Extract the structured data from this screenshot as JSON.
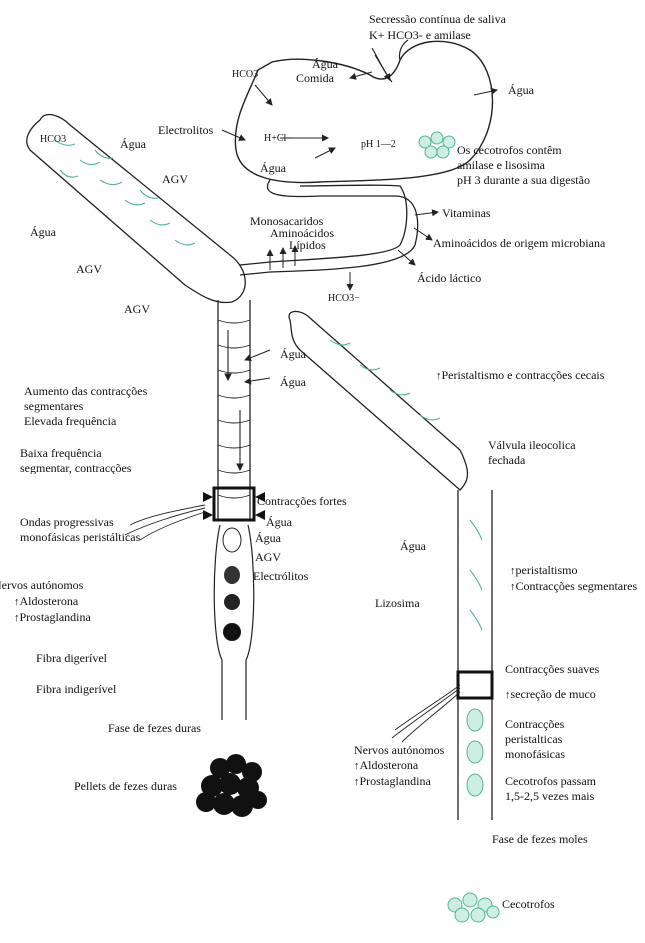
{
  "labels": {
    "saliva_line1": "Secressão contínua de saliva",
    "saliva_line2": "K+ HCO3- e amilase",
    "agua_stomach_left": "Água",
    "comida": "Comida",
    "agua_stomach_right": "Água",
    "hco3_stomach": "HCO3",
    "electrolitos_top": "Electrolitos",
    "hcl": "H+Cl−",
    "ph": "pH 1—2",
    "agua_stomach_bottom": "Água",
    "cecotrofos_line1": "Os cecotrofos contêm",
    "cecotrofos_line2": "amilase e lisosima",
    "cecotrofos_line3": "pH 3 durante a sua digestão",
    "hco3_cecum": "HCO3",
    "agua_cecum_top": "Água",
    "agv_cecum_1": "AGV",
    "agua_cecum_left": "Água",
    "agv_cecum_2": "AGV",
    "agv_cecum_3": "AGV",
    "vitaminas": "Vitaminas",
    "monosacaridos": "Monosacaridos",
    "aminoacidos": "Aminoácidos",
    "lipidos": "Lípidos",
    "aminoacidos_microbiana": "Aminoácidos de origem microbiana",
    "acido_lactico": "Ácido láctico",
    "hco3_intestine": "HCO3−",
    "agua_colon_1": "Água",
    "agua_colon_2": "Água",
    "peristaltismo_cecal": "Peristaltismo e contracções cecais",
    "aumento_1": "Aumento das contracções",
    "aumento_2": "segmentares",
    "aumento_3": "Elevada frequência",
    "baixa_1": "Baixa frequência",
    "baixa_2": "segmentar, contracções",
    "valvula_1": "Válvula ileocolica",
    "valvula_2": "fechada",
    "contraccoes_fortes": "Contracções fortes",
    "ondas_1": "Ondas progressivas",
    "ondas_2": "monofásicas peristálticas",
    "agua_colon_3": "Água",
    "agua_colon_4": "Água",
    "agv_colon": "AGV",
    "electrolitos_colon": "Electrólitos",
    "nervos_left": "Nervos autónomos",
    "aldosterona_left": "Aldosterona",
    "prostaglandina_left": "Prostaglandina",
    "agua_right": "Água",
    "peristaltismo_right": "peristaltismo",
    "contraccoes_segmentares_right": "Contracções segmentares",
    "lizosima": "Lizosima",
    "fibra_digeravel": "Fibra digerível",
    "fibra_indigeravel": "Fibra indigerível",
    "contraccoes_suaves": "Contracções suaves",
    "secrecao_muco": "secreção de muco",
    "contraccoes_peristalticas_1": "Contracções",
    "contraccoes_peristalticas_2": "peristalticas",
    "contraccoes_peristalticas_3": "monofásicas",
    "fase_fezes_duras": "Fase de fezes duras",
    "nervos_right": "Nervos autónomos",
    "aldosterona_right": "Aldosterona",
    "prostaglandina_right": "Prostaglandina",
    "cecotrofos_passam_1": "Cecotrofos passam",
    "cecotrofos_passam_2": "1,5-2,5 vezes mais",
    "pellets": "Pellets de fezes duras",
    "fase_fezes_moles": "Fase de fezes moles",
    "cecotrofos_bottom": "Cecotrofos"
  },
  "colors": {
    "line": "#222222",
    "fiber": "#4fb595",
    "pellet": "#111111"
  }
}
